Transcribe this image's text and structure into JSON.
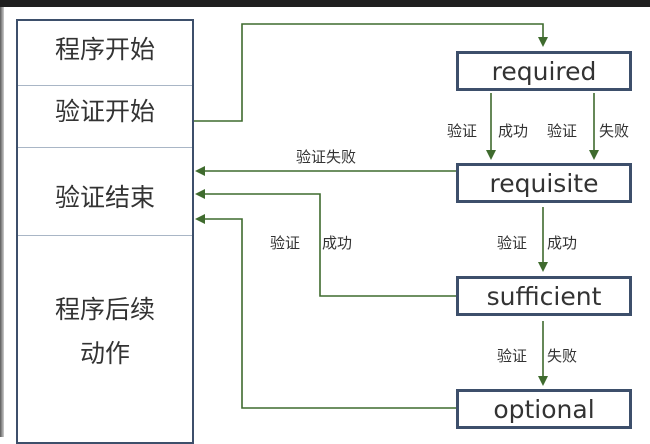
{
  "left_panel": {
    "cells": [
      "程序开始",
      "验证开始",
      "验证结束",
      "程序后续动作"
    ]
  },
  "modules": {
    "required": "required",
    "requisite": "requisite",
    "sufficient": "sufficient",
    "optional": "optional"
  },
  "labels": {
    "required_success_a": "验证",
    "required_success_b": "成功",
    "required_fail_a": "验证",
    "required_fail_b": "失败",
    "requisite_fail": "验证失败",
    "requisite_success_a": "验证",
    "requisite_success_b": "成功",
    "sufficient_success_a": "验证",
    "sufficient_success_b": "成功",
    "sufficient_fail_a": "验证",
    "sufficient_fail_b": "失败"
  },
  "colors": {
    "line": "#3f6b2e",
    "box_border": "#3d4f6b"
  }
}
